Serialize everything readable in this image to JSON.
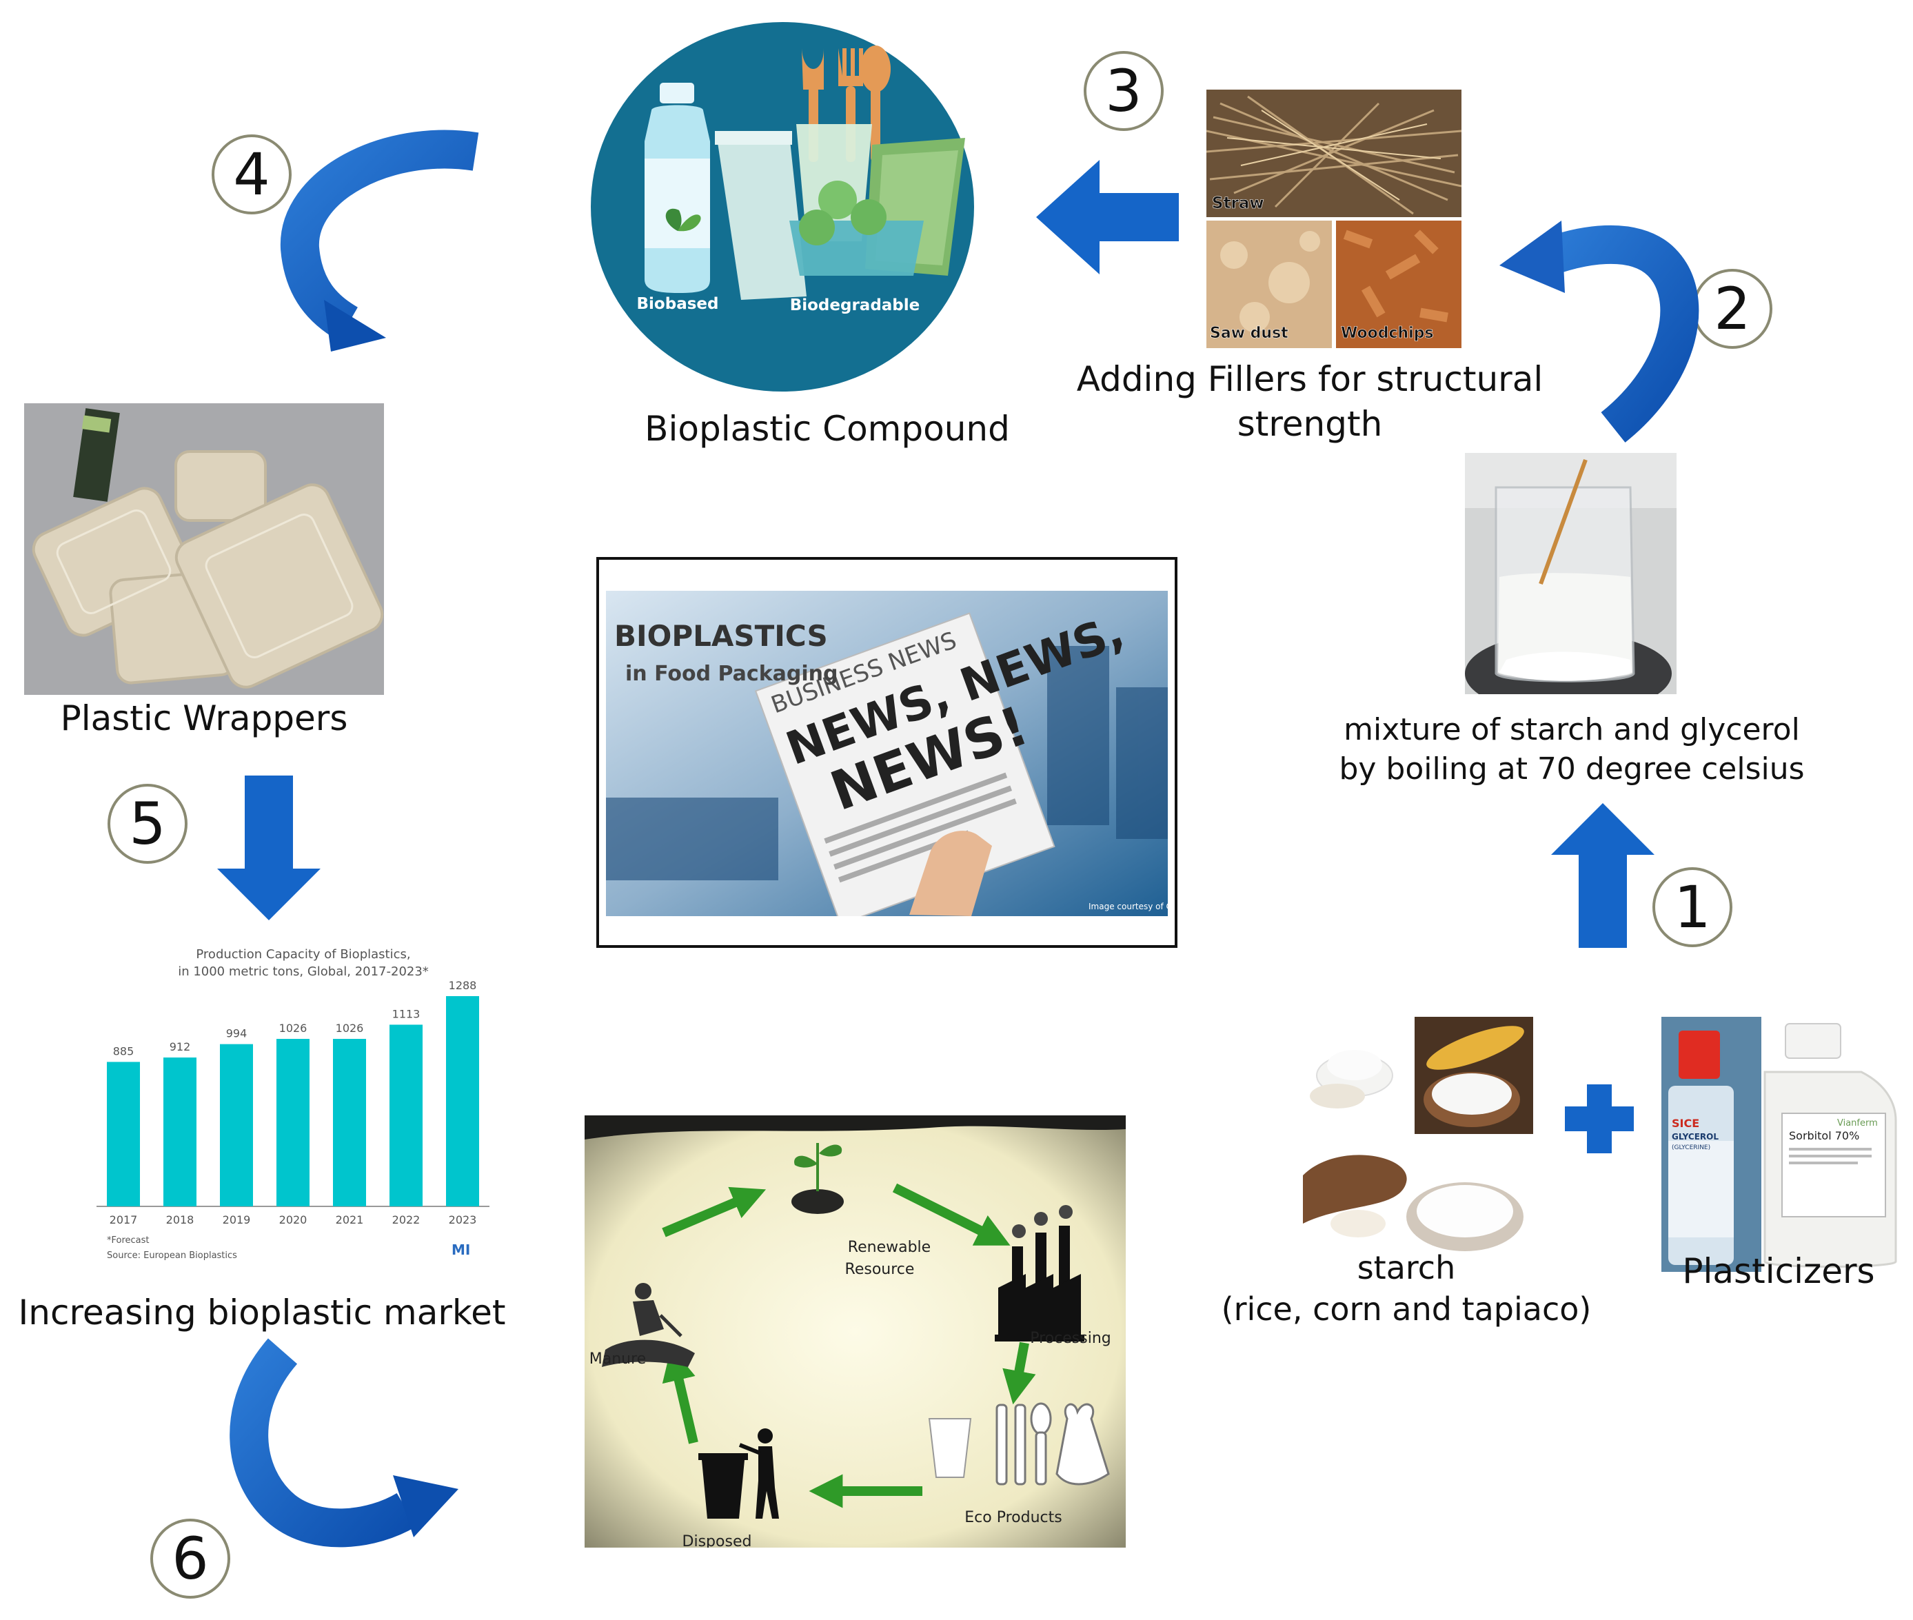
{
  "steps": {
    "s1": "1",
    "s2": "2",
    "s3": "3",
    "s4": "4",
    "s5": "5",
    "s6": "6"
  },
  "labels": {
    "bioplastic_compound": "Bioplastic Compound",
    "fillers_line1": "Adding Fillers for structural",
    "fillers_line2": "strength",
    "plastic_wrappers": "Plastic Wrappers",
    "mixture_line1": "mixture of starch and glycerol",
    "mixture_line2": "by boiling at 70 degree celsius",
    "starch_line1": "starch",
    "starch_line2": "(rice, corn and tapiaco)",
    "plasticizers": "Plasticizers",
    "market": "Increasing  bioplastic market"
  },
  "compound_circle": {
    "biobased": "Biobased",
    "biodegradable": "Biodegradable"
  },
  "fillers_photo": {
    "straw": "Straw",
    "saw_dust": "Saw dust",
    "woodchips": "Woodchips"
  },
  "news": {
    "title": "BIOPLASTICS",
    "subtitle": "in Food Packaging",
    "paper_head": "BUSINESS NEWS",
    "headline1": "NEWS, NEWS,",
    "headline2": "NEWS!",
    "credit": "Image courtesy of Can"
  },
  "bottles": {
    "brand": "SICE",
    "glycerol": "GLYCEROL",
    "glycerol_sub": "(GLYCERINE)",
    "vianferm": "Vianferm",
    "sorbitol": "Sorbitol 70%"
  },
  "lifecycle": {
    "renewable_line1": "Renewable",
    "renewable_line2": "Resource",
    "processing": "Processing",
    "eco_products": "Eco Products",
    "disposed": "Disposed",
    "manure": "Manure"
  },
  "chart_data": {
    "type": "bar",
    "title": "Production Capacity of Bioplastics,",
    "subtitle": "in 1000 metric tons, Global, 2017-2023*",
    "categories": [
      "2017",
      "2018",
      "2019",
      "2020",
      "2021",
      "2022",
      "2023"
    ],
    "values": [
      885,
      912,
      994,
      1026,
      1026,
      1113,
      1288
    ],
    "ylim": [
      0,
      1288
    ],
    "bar_color": "#00c5cd",
    "footnote": "*Forecast",
    "source": "Source: European Bioplastics",
    "logo": "MI"
  }
}
